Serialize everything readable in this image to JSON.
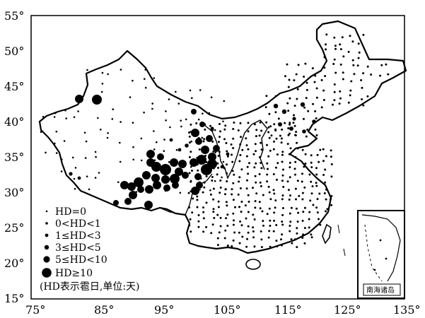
{
  "map": {
    "lat_labels": [
      "55°",
      "50°",
      "45°",
      "40°",
      "35°",
      "30°",
      "25°",
      "20°",
      "15°"
    ],
    "lon_labels": [
      "75°",
      "85°",
      "95°",
      "105°",
      "115°",
      "125°",
      "135°"
    ],
    "lon_range": [
      75,
      135
    ],
    "lat_range": [
      15,
      55
    ],
    "legend": {
      "items": [
        {
          "label": "HD=0",
          "size": "tiny"
        },
        {
          "label": "0<HD<1",
          "size": "small"
        },
        {
          "label": "1≤HD<3",
          "size": "medium"
        },
        {
          "label": "3≤HD<5",
          "size": "large"
        },
        {
          "label": "5≤HD<10",
          "size": "xlarge"
        },
        {
          "label": "HD≥10",
          "size": "xxlarge"
        }
      ],
      "note": "(HD表示雹日,单位:天)"
    },
    "inset_label": "南海诸岛",
    "colors": {
      "ink": "#000000",
      "background": "#ffffff"
    }
  }
}
